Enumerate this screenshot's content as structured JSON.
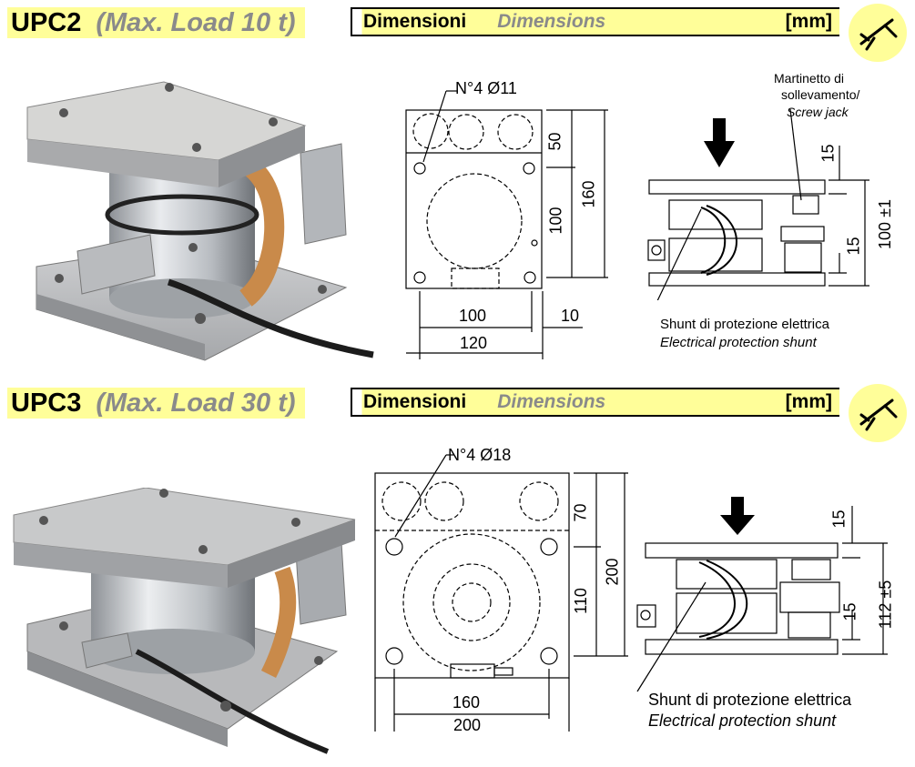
{
  "upc2": {
    "model": "UPC2",
    "load": "(Max. Load 10 t)",
    "dim_it": "Dimensioni",
    "dim_en": "Dimensions",
    "unit": "[mm]",
    "holes": "N°4 Ø11",
    "d50": "50",
    "d100v": "100",
    "d160": "160",
    "d100h": "100",
    "d10": "10",
    "d120": "120",
    "d15a": "15",
    "d15b": "15",
    "d100pm": "100 ±1",
    "jack_it1": "Martinetto di",
    "jack_it2": "sollevamento/",
    "jack_en": "Screw jack",
    "shunt_it": "Shunt di protezione elettrica",
    "shunt_en": "Electrical protection shunt"
  },
  "upc3": {
    "model": "UPC3",
    "load": "(Max. Load 30 t)",
    "dim_it": "Dimensioni",
    "dim_en": "Dimensions",
    "unit": "[mm]",
    "holes": "N°4 Ø18",
    "d70": "70",
    "d110": "110",
    "d200v": "200",
    "d160": "160",
    "d200h": "200",
    "d15a": "15",
    "d15b": "15",
    "d112": "112 ±5",
    "shunt_it": "Shunt di protezione elettrica",
    "shunt_en": "Electrical protection shunt"
  },
  "colors": {
    "accent": "#fffe99",
    "heading_gray": "#8a8a8a",
    "copper": "#c98a4a"
  },
  "icons": [
    "caliper-icon",
    "load-arrow-icon"
  ]
}
